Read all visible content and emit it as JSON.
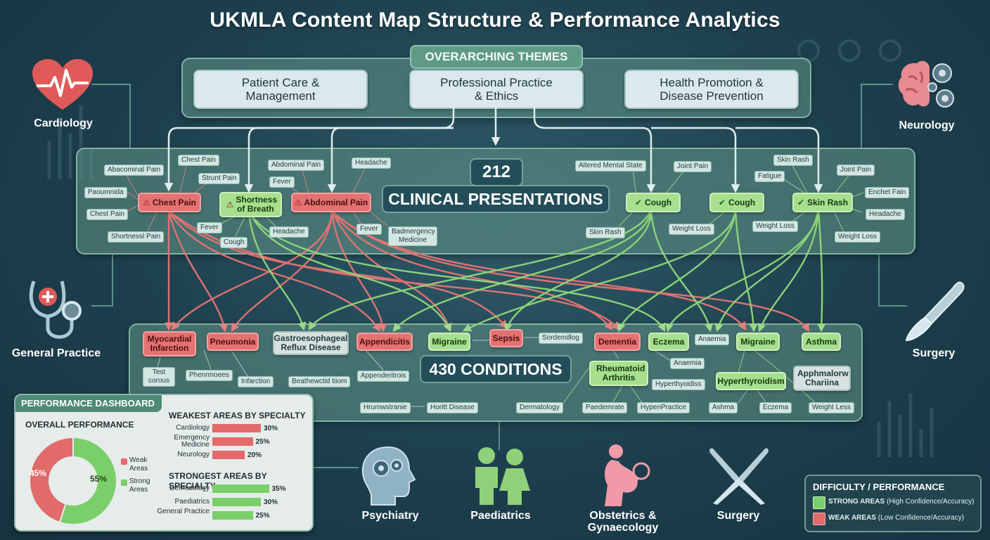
{
  "title": "UKMLA Content Map Structure & Performance Analytics",
  "colors": {
    "weak": "#e26a6a",
    "strong": "#7bcf6a",
    "panel": "#5f9a87",
    "background": "#1d3f4d"
  },
  "themes": {
    "heading": "OVERARCHING THEMES",
    "items": [
      "Patient Care & Management",
      "Professional Practice & Ethics",
      "Health Promotion & Disease Prevention"
    ]
  },
  "presentations": {
    "count": "212",
    "label": "CLINICAL PRESENTATIONS",
    "key_nodes": [
      {
        "label": "Chest Pain",
        "status": "weak"
      },
      {
        "label": "Shortness of Breath",
        "status": "weak"
      },
      {
        "label": "Abdominal Pain",
        "status": "weak"
      },
      {
        "label": "Cough",
        "status": "strong"
      },
      {
        "label": "Cough",
        "status": "strong"
      },
      {
        "label": "Skin Rash",
        "status": "strong"
      }
    ],
    "tags": [
      "Abacominal Pain",
      "Chest Pain",
      "Strunt Pain",
      "Paoumnidа",
      "Chest Pain",
      "Shortnessl Pain",
      "Abdominal Pain",
      "Headache",
      "Fever",
      "Fever",
      "Cough",
      "Headache",
      "Fever",
      "Badmergency Medicine",
      "Altered Mental State",
      "Joint Pain",
      "Skin Rash",
      "Weight Loss",
      "Skin Rash",
      "Fatigue",
      "Joint Pain",
      "Enchet Fain",
      "Headache",
      "Weight Loss",
      "Weight Loss"
    ]
  },
  "conditions": {
    "count_label": "430 CONDITIONS",
    "key_nodes": [
      {
        "label": "Myocardial Infarction",
        "status": "weak"
      },
      {
        "label": "Pneumonia",
        "status": "weak"
      },
      {
        "label": "Gastroesophageal Reflux Disease",
        "status": "neutral"
      },
      {
        "label": "Appendicitis",
        "status": "weak"
      },
      {
        "label": "Migraine",
        "status": "strong"
      },
      {
        "label": "Sepsis",
        "status": "weak"
      },
      {
        "label": "Dementia",
        "status": "weak"
      },
      {
        "label": "Eczema",
        "status": "strong"
      },
      {
        "label": "Migraine",
        "status": "strong"
      },
      {
        "label": "Asthma",
        "status": "strong"
      },
      {
        "label": "Rheumatoid Arthritis",
        "status": "strong"
      },
      {
        "label": "Hyperthyroidism",
        "status": "strong"
      },
      {
        "label": "Apphmalorw Chariina",
        "status": "neutral"
      }
    ],
    "tags": [
      "Sordemillog",
      "Anaemia",
      "Test corous",
      "Phenrmoees",
      "Infarction",
      "Beathewctid tiiom",
      "Appenderitrois",
      "Anaemia",
      "Hyperthyoidiss",
      "Hrumwstranie",
      "Horitt Disease",
      "Dermatology",
      "Paedemrate",
      "HypenPractice",
      "Ashma",
      "Eczema",
      "Weight Less"
    ]
  },
  "specialties": {
    "cardiology": "Cardiology",
    "neurology": "Neurology",
    "general_practice": "General Practice",
    "surgery_right": "Surgery",
    "psychiatry": "Psychiatry",
    "paediatrics": "Paediatrics",
    "obstetrics": "Obstetrics & Gynaecology",
    "surgery_bottom": "Surgery"
  },
  "dashboard": {
    "heading": "PERFORMANCE DASHBOARD",
    "overall": {
      "heading": "OVERALL PERFORMANCE",
      "weak_pct": 45,
      "strong_pct": 55,
      "weak_text": "45%",
      "strong_text": "55%",
      "legend_weak": "Weak Areas",
      "legend_strong": "Strong Areas"
    },
    "weakest": {
      "heading": "WEAKEST AREAS BY SPECIALTY",
      "items": [
        {
          "label": "Cardiology",
          "value": 30,
          "text": "30%"
        },
        {
          "label": "Emergency Medicine",
          "value": 25,
          "text": "25%"
        },
        {
          "label": "Neurology",
          "value": 20,
          "text": "20%"
        }
      ]
    },
    "strongest": {
      "heading": "STRONGEST AREAS BY SPECIALTY",
      "items": [
        {
          "label": "Dermatology",
          "value": 35,
          "text": "35%"
        },
        {
          "label": "Paediatrics",
          "value": 30,
          "text": "30%"
        },
        {
          "label": "General Practice",
          "value": 25,
          "text": "25%"
        }
      ]
    }
  },
  "legend": {
    "heading": "DIFFICULTY / PERFORMANCE",
    "strong_bold": "STRONG AREAS",
    "strong_note": "(High Confidence/Accuracy)",
    "weak_bold": "WEAK AREAS",
    "weak_note": "(Low Confidence/Accuracy)"
  }
}
